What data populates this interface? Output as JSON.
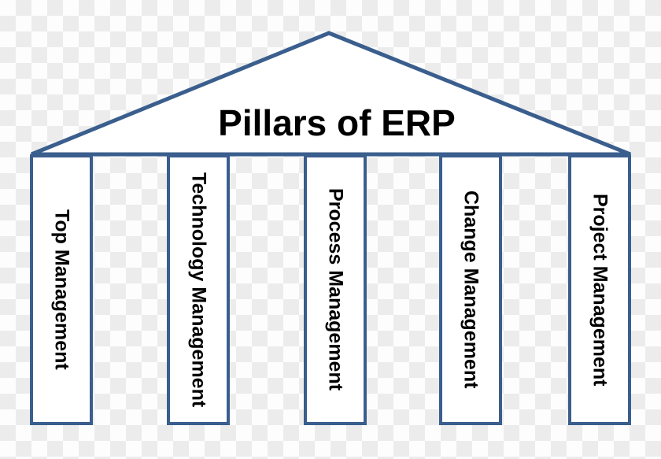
{
  "title": "Pillars of ERP",
  "pillars": [
    {
      "label": "Top Management"
    },
    {
      "label": "Technology Management"
    },
    {
      "label": "Process Management"
    },
    {
      "label": "Change Management"
    },
    {
      "label": "Project Management"
    }
  ],
  "colors": {
    "outline": "#3A5E8D",
    "fill": "#FFFFFF",
    "text": "#000000",
    "checker_light": "#FDFDFD",
    "checker_dark": "#ECECEC"
  }
}
